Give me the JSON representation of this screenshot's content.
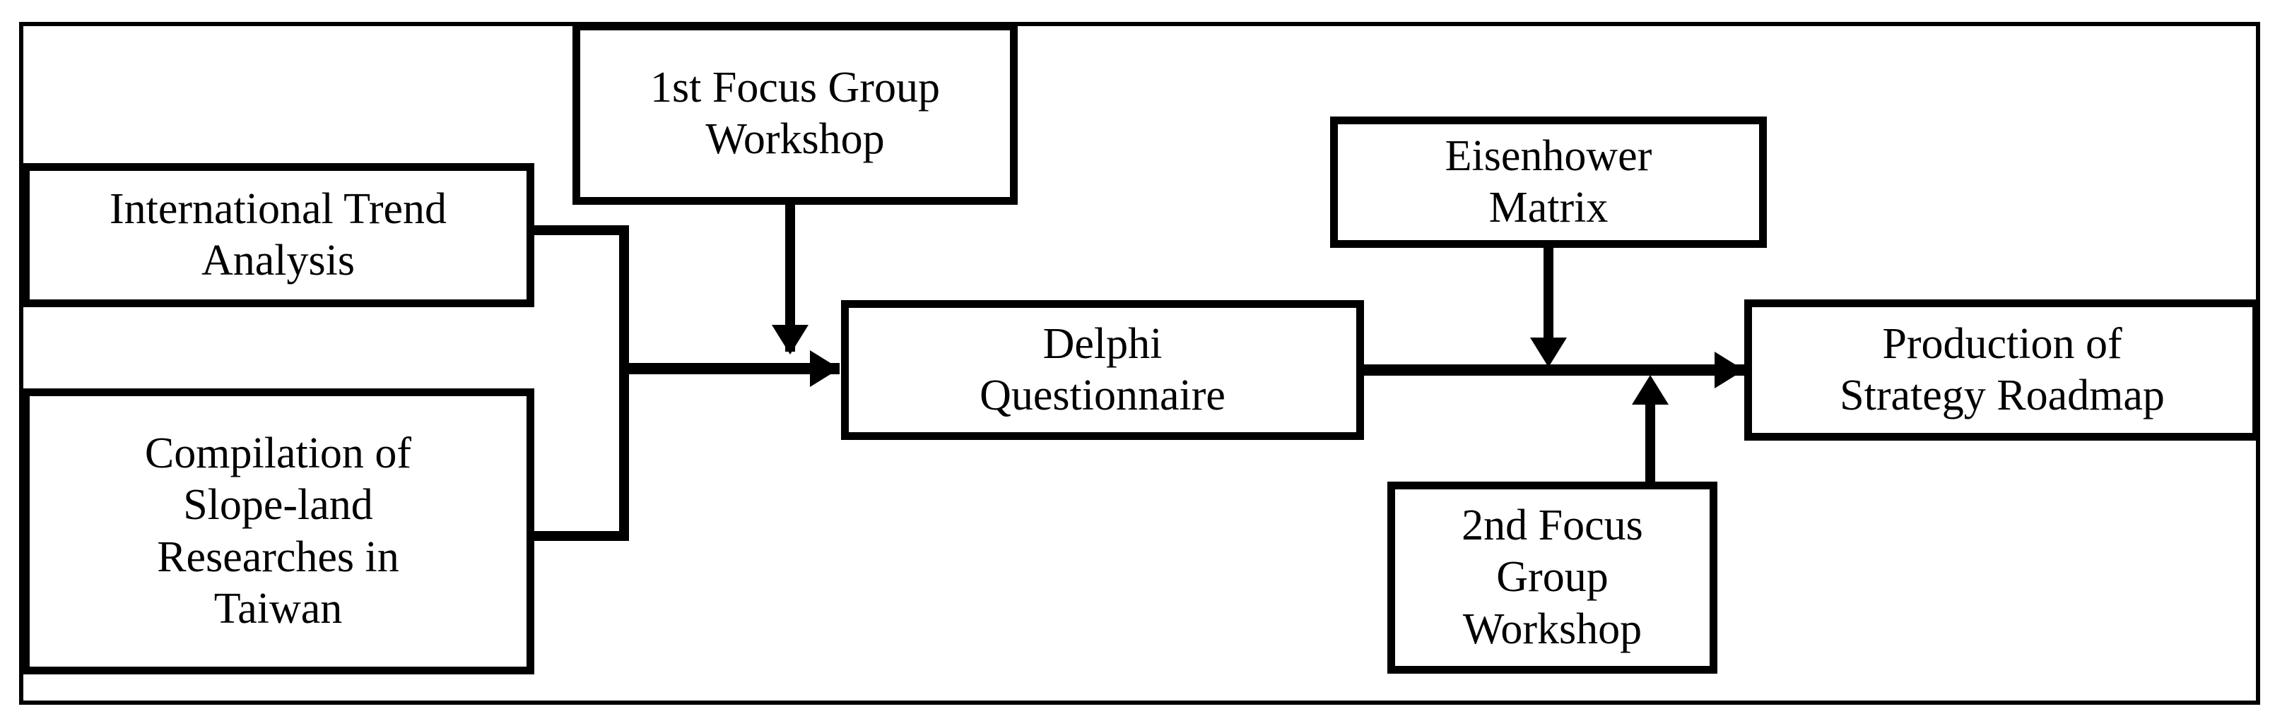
{
  "diagram": {
    "type": "flowchart",
    "orientation": "left-to-right",
    "frame": {
      "style": "thin-rectangle-border",
      "color": "#000000"
    },
    "colors": {
      "box_border": "#000000",
      "box_fill": "#ffffff",
      "connector": "#000000",
      "text": "#000000",
      "background": "#ffffff"
    },
    "nodes": [
      {
        "id": "intl-trend",
        "label": "International Trend\nAnalysis"
      },
      {
        "id": "compilation",
        "label": "Compilation of\nSlope-land\nResearches in\nTaiwan"
      },
      {
        "id": "fg1",
        "label": "1st Focus Group\nWorkshop"
      },
      {
        "id": "delphi",
        "label": "Delphi\nQuestionnaire"
      },
      {
        "id": "eisenhower",
        "label": "Eisenhower\nMatrix"
      },
      {
        "id": "fg2",
        "label": "2nd Focus Group\nWorkshop"
      },
      {
        "id": "roadmap",
        "label": "Production of\nStrategy Roadmap"
      }
    ],
    "edges": [
      {
        "from": "intl-trend",
        "to": "delphi",
        "style": "elbow-merge",
        "arrow": "right"
      },
      {
        "from": "compilation",
        "to": "delphi",
        "style": "elbow-merge",
        "arrow": "right"
      },
      {
        "from": "fg1",
        "to": "delphi",
        "style": "straight-down",
        "arrow": "down"
      },
      {
        "from": "delphi",
        "to": "roadmap",
        "style": "straight-right",
        "arrow": "right"
      },
      {
        "from": "eisenhower",
        "to": "roadmap",
        "style": "straight-down",
        "arrow": "down"
      },
      {
        "from": "fg2",
        "to": "roadmap",
        "style": "straight-up",
        "arrow": "up"
      }
    ]
  }
}
